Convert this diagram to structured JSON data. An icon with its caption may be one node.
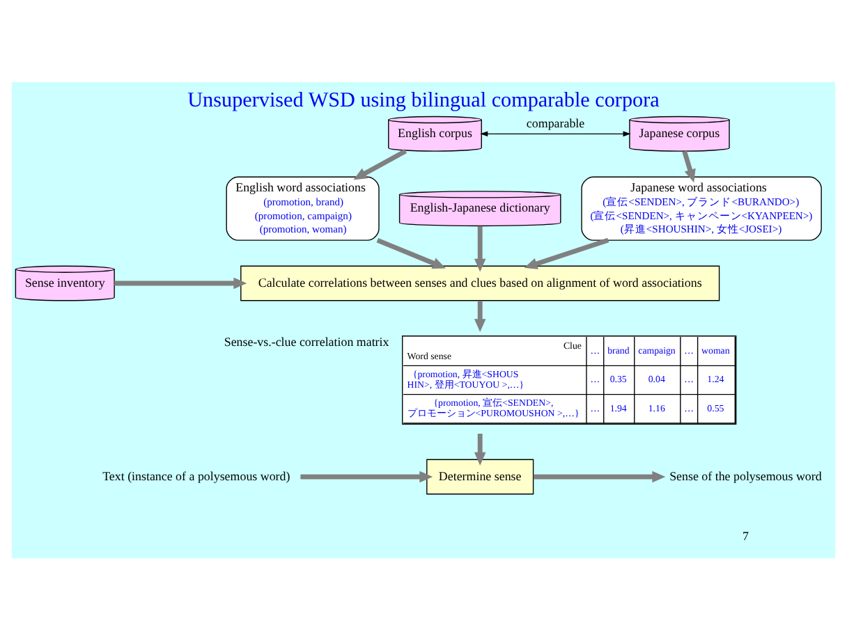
{
  "diagram": {
    "title": "Unsupervised WSD using bilingual comparable corpora",
    "nodes": [
      {
        "text": [
          "English corpus"
        ]
      },
      {
        "text": [
          "Japanese corpus"
        ]
      },
      {
        "text": [
          "English word associations",
          "(promotion, brand)",
          "(promotion, campaign)",
          "(promotion, woman)"
        ]
      },
      {
        "text": [
          "English-Japanese dictionary"
        ]
      },
      {
        "text": [
          "Japanese word associations",
          "(宣伝<SENDEN>, ブランド<BURANDO>)",
          "(宣伝<SENDEN>, キャンペーン<KYANPEEN>)",
          "(昇進<SHOUSHIN>, 女性<JOSEI>)"
        ]
      },
      {
        "text": [
          "Sense inventory"
        ]
      },
      {
        "text": [
          "Calculate correlations between senses and clues based on alignment of word associations"
        ]
      },
      {
        "text": [
          "Word sense",
          "Clue",
          "…",
          "brand",
          "campaign",
          "…",
          "woman",
          "{promotion, 昇進<SHOUSHIN>, 登用<TOUYOU >,…}",
          "…",
          "0.35",
          "0.04",
          "…",
          "1.24",
          "{promotion, 宣伝<SENDEN>, プロモーション<PUROMOUSHON >,…}",
          "…",
          "1.94",
          "1.16",
          "…",
          "0.55"
        ],
        "beside": [
          "Sense-vs.-clue correlation matrix"
        ]
      },
      {
        "text": [
          "Text (instance of a polysemous word)"
        ]
      },
      {
        "text": [
          "Determine sense"
        ]
      },
      {
        "text": [
          "Sense of the polysemous word"
        ]
      }
    ],
    "edges": [
      {
        "from": 0,
        "to": 1,
        "arrow": "both",
        "label": "comparable",
        "color": "#000000"
      },
      {
        "from": 0,
        "to": 2,
        "arrow": "to"
      },
      {
        "from": 1,
        "to": 4,
        "arrow": "to"
      },
      {
        "from": 2,
        "to": 6,
        "arrow": "to"
      },
      {
        "from": 3,
        "to": 6,
        "arrow": "to"
      },
      {
        "from": 4,
        "to": 6,
        "arrow": "to"
      },
      {
        "from": 5,
        "to": 6,
        "arrow": "to"
      },
      {
        "from": 6,
        "to": 7,
        "arrow": "to"
      },
      {
        "from": 7,
        "to": 9,
        "arrow": "to"
      },
      {
        "from": 8,
        "to": 9,
        "arrow": "to"
      },
      {
        "from": 9,
        "to": 10,
        "arrow": "to"
      }
    ],
    "labels": [
      "7"
    ]
  }
}
